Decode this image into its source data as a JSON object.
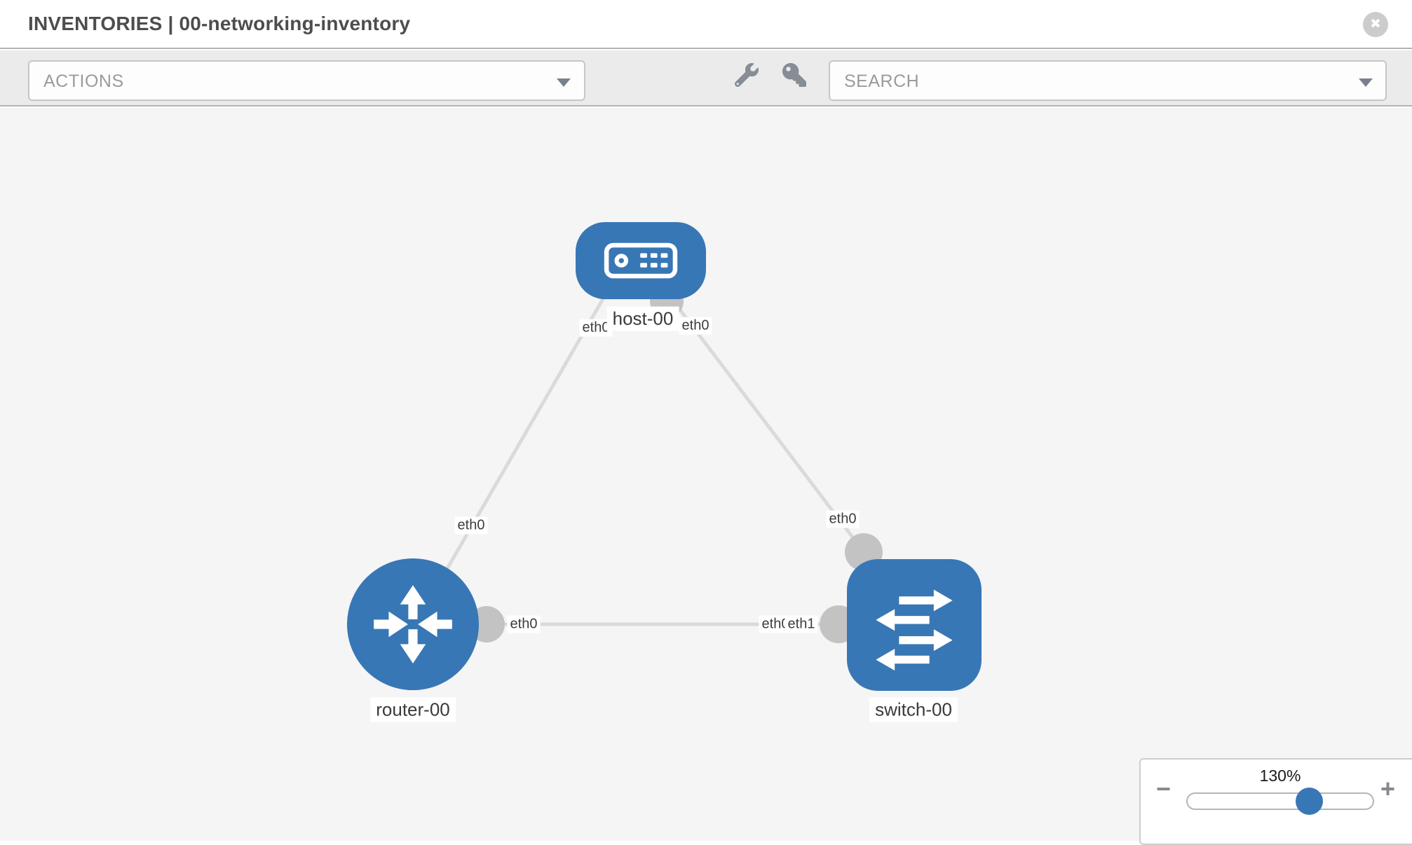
{
  "header": {
    "title": "INVENTORIES | 00-networking-inventory",
    "close_icon": "x-circle",
    "close_glyph": "✖"
  },
  "toolbar": {
    "actions_label": "ACTIONS",
    "search_label": "SEARCH",
    "wrench_icon": "wrench",
    "key_icon": "key",
    "chevron_icon": "chevron-down"
  },
  "topology": {
    "nodes": [
      {
        "id": "host-00",
        "label": "host-00",
        "type": "host",
        "icon": "server-icon"
      },
      {
        "id": "router-00",
        "label": "router-00",
        "type": "router",
        "icon": "router-arrows-icon"
      },
      {
        "id": "switch-00",
        "label": "switch-00",
        "type": "switch",
        "icon": "switch-arrows-icon"
      }
    ],
    "links": [
      {
        "from": "router-00",
        "to": "host-00",
        "from_interface": "eth0",
        "to_interface": "eth0"
      },
      {
        "from": "host-00",
        "to": "switch-00",
        "from_interface": "eth0",
        "to_interface": "eth0"
      },
      {
        "from": "router-00",
        "to": "switch-00",
        "from_interface": "eth0",
        "to_interface": "eth1"
      }
    ],
    "edge_labels": [
      {
        "text": "eth0",
        "link": "router-00—host-00",
        "end": "router-00"
      },
      {
        "text": "eth0",
        "link": "router-00—host-00",
        "end": "host-00"
      },
      {
        "text": "eth0",
        "link": "host-00—switch-00",
        "end": "host-00"
      },
      {
        "text": "eth0",
        "link": "host-00—switch-00",
        "end": "switch-00"
      },
      {
        "text": "eth0",
        "link": "router-00—switch-00",
        "end": "router-00"
      },
      {
        "text": "eth0",
        "link": "router-00—switch-00",
        "end": "switch-00"
      },
      {
        "text": "eth1",
        "link": "router-00—switch-00",
        "end": "switch-00"
      }
    ]
  },
  "zoom": {
    "level": "130%",
    "minus": "−",
    "plus": "+"
  },
  "colors": {
    "node_blue": "#3877b5",
    "link_gray": "#dadada",
    "connector_gray": "#c3c3c3",
    "canvas_bg": "#f5f5f5",
    "toolbar_bg": "#ebebeb"
  }
}
